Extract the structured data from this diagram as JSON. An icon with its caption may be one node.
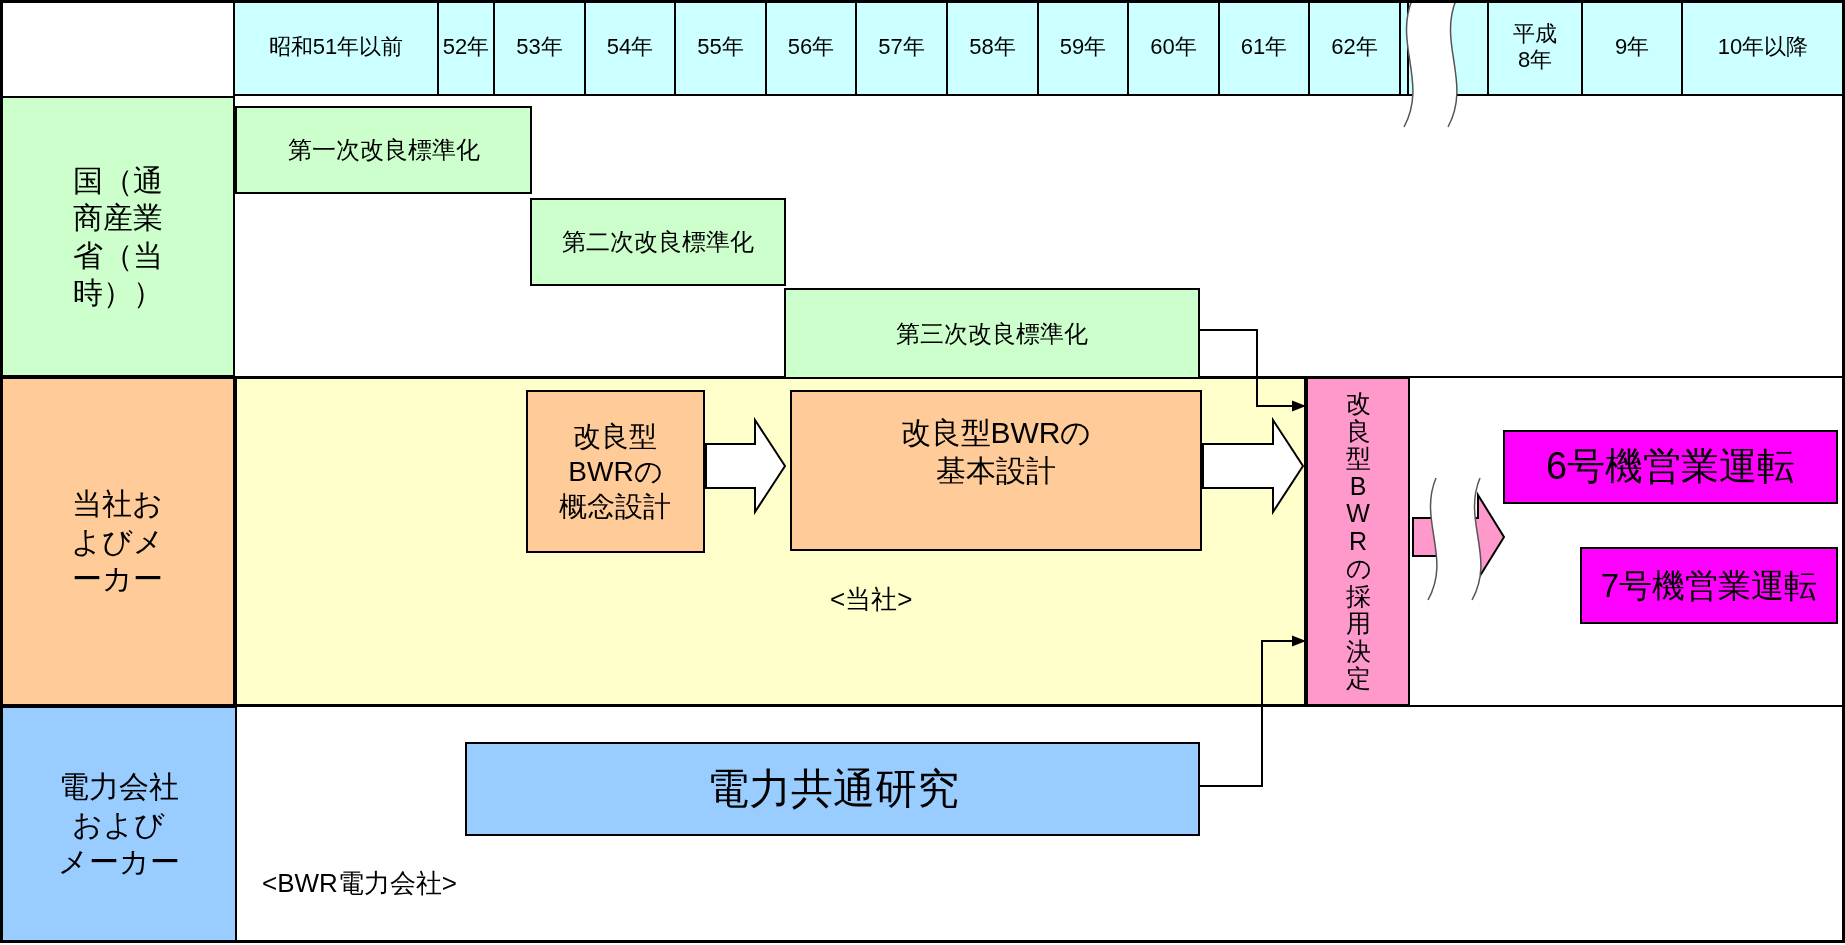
{
  "diagram": {
    "nodes": [
      {
        "text": [
          "国（通商産業省（当時））"
        ]
      },
      {
        "text": [
          "当社およびメーカー"
        ]
      },
      {
        "text": [
          "電力会社およびメーカー"
        ]
      },
      {
        "text": [
          "第一次改良標準化"
        ]
      },
      {
        "text": [
          "第二次改良標準化"
        ]
      },
      {
        "text": [
          "第三次改良標準化"
        ]
      },
      {
        "text": [],
        "shape": "box"
      },
      {
        "text": [
          "改良型BWRの概念設計"
        ],
        "in": 6
      },
      {
        "text": [
          "改良型BWRの基本設計"
        ],
        "in": 6,
        "beside": [
          "<当社>"
        ]
      },
      {
        "text": [
          "改良型BWRの採用決定"
        ]
      },
      {
        "text": [
          "6号機営業運転"
        ]
      },
      {
        "text": [
          "7号機営業運転"
        ]
      },
      {
        "text": [
          "電力共通研究"
        ],
        "beside": [
          "<BWR電力会社>"
        ]
      }
    ],
    "edges": [
      {
        "from": 7,
        "to": 8,
        "arrow": "to",
        "style": "thick"
      },
      {
        "from": 8,
        "to": 9,
        "arrow": "to",
        "style": "thick"
      },
      {
        "from": 5,
        "to": 9,
        "arrow": "to"
      },
      {
        "from": 12,
        "to": 9,
        "arrow": "to"
      },
      {
        "from": 9,
        "to": null,
        "arrow": "to",
        "style": "thick",
        "color": "#ff99cc"
      }
    ],
    "labels": [
      "昭和51年以前",
      "52年",
      "53年",
      "54年",
      "55年",
      "56年",
      "57年",
      "58年",
      "59年",
      "60年",
      "61年",
      "62年",
      "平成8年",
      "9年",
      "10年以降"
    ]
  }
}
